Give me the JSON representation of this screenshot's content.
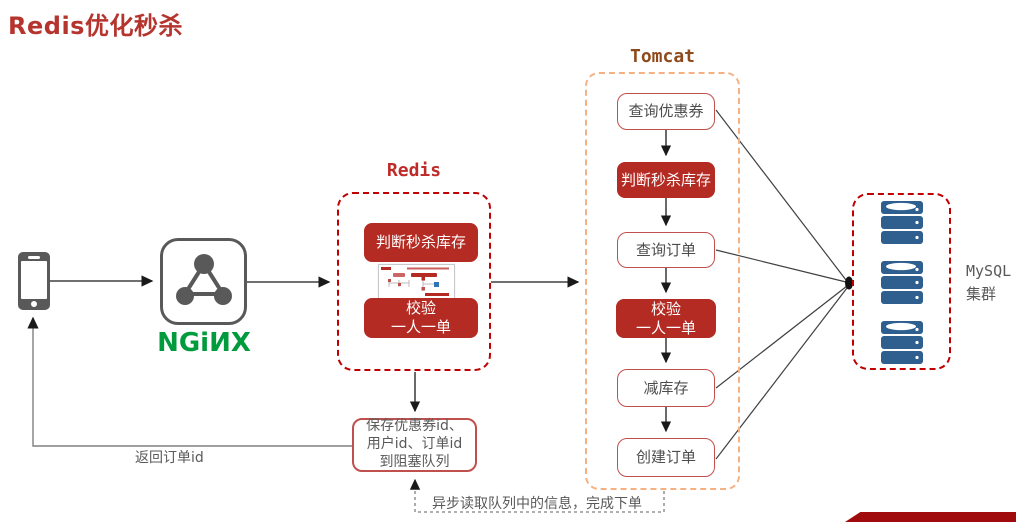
{
  "title": "Redis优化秒杀",
  "nginx": {
    "wordmark": "NGiИX"
  },
  "redis": {
    "label": "Redis",
    "steps": [
      {
        "text": "判断秒杀库存"
      },
      {
        "text": "校验\n一人一单"
      }
    ]
  },
  "tomcat": {
    "label": "Tomcat",
    "steps": [
      {
        "text": "查询优惠券"
      },
      {
        "text": "判断秒杀库存"
      },
      {
        "text": "查询订单"
      },
      {
        "text": "校验\n一人一单"
      },
      {
        "text": "减库存"
      },
      {
        "text": "创建订单"
      }
    ]
  },
  "mysql": {
    "label": "MySQL\n集群"
  },
  "queue": {
    "text": "保存优惠券id、\n用户id、订单id\n到阻塞队列"
  },
  "edges": {
    "return_order": "返回订单id",
    "async_read": "异步读取队列中的信息，完成下单"
  },
  "colors": {
    "title_red": "#b5342e",
    "dashed_red": "#c00000",
    "filled_red": "#b42b24",
    "outline_red": "#c0504d",
    "tomcat_dashed_orange": "#f6b183",
    "nginx_green": "#009b3c",
    "mysql_blue": "#2e5f8e",
    "line_gray": "#808080"
  }
}
